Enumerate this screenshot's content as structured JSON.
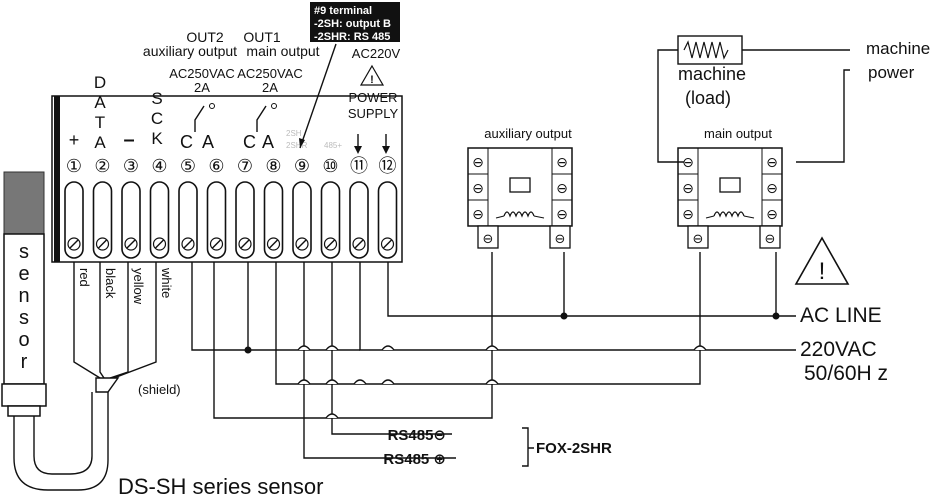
{
  "controller": {
    "terminal_numbers": [
      "①",
      "②",
      "③",
      "④",
      "⑤",
      "⑥",
      "⑦",
      "⑧",
      "⑨",
      "⑩",
      "⑪",
      "⑫"
    ],
    "top_marks": [
      "+",
      "D\nA\nT\nA",
      "–",
      "S\nC\nK",
      "C",
      "A",
      "C",
      "A"
    ],
    "out2": {
      "title": "OUT2",
      "subtitle": "auxiliary output",
      "rating": "AC250VAC",
      "current": "2A"
    },
    "out1": {
      "title": "OUT1",
      "subtitle": "main output",
      "rating": "AC250VAC",
      "current": "2A"
    },
    "power": {
      "voltage": "AC220V",
      "label1": "POWER",
      "label2": "SUPPLY"
    },
    "terminal9_note": {
      "title": "#9 terminal",
      "line1": "-2SH: output B",
      "line2": "-2SHR: RS 485"
    },
    "faint_marks": [
      "2SH",
      "2SHR",
      "485+"
    ]
  },
  "sensor": {
    "label": "sensor",
    "wire_colors": [
      "red",
      "black",
      "yellow",
      "white"
    ],
    "shield": "(shield)",
    "caption": "DS-SH series sensor"
  },
  "relays": {
    "auxiliary": "auxiliary output",
    "main": "main output",
    "minus_symbol": "⊖"
  },
  "load": {
    "label1": "machine",
    "label2": "(load)",
    "right_label1": "machine",
    "right_label2": "power"
  },
  "power_line": {
    "ac_line": "AC LINE",
    "voltage": "220VAC",
    "frequency": "50/60H z"
  },
  "comm": {
    "minus": "RS485⊖",
    "plus": "RS485 ⊕",
    "model": "FOX-2SHR"
  },
  "warning_symbol": "!"
}
